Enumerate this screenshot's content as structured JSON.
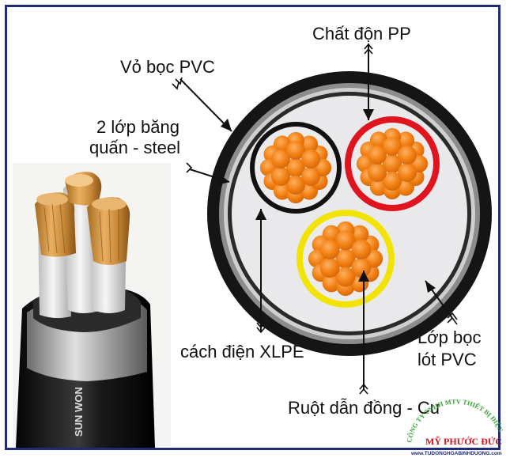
{
  "labels": {
    "pp_filler": "Chất độn PP",
    "pvc_sheath": "Vỏ bọc PVC",
    "steel_tape_line1": "2 lớp băng",
    "steel_tape_line2": "quấn - steel",
    "bedding_line1": "Lớp bọc",
    "bedding_line2": "lót PVC",
    "xlpe_insulation": "cách điện XLPE",
    "copper_conductor": "Ruột dẫn đồng - Cu"
  },
  "photo_print": "SUN WON",
  "watermark": {
    "company": "CÔNG TY TNHH MTV THIẾT BỊ ĐIỆN",
    "brand": "MỸ PHƯỚC ĐỨC",
    "site": "www.TUDONGHOABINHDUONG.com"
  },
  "colors": {
    "frame": "#1f2a78",
    "outer_sheath": "#1a1a1a",
    "steel_tape": "#9a9a9a",
    "filler": "#e9e9ec",
    "core_black": "#111111",
    "core_red": "#e0141e",
    "core_yellow": "#f2e400",
    "copper": "#f07e10"
  }
}
